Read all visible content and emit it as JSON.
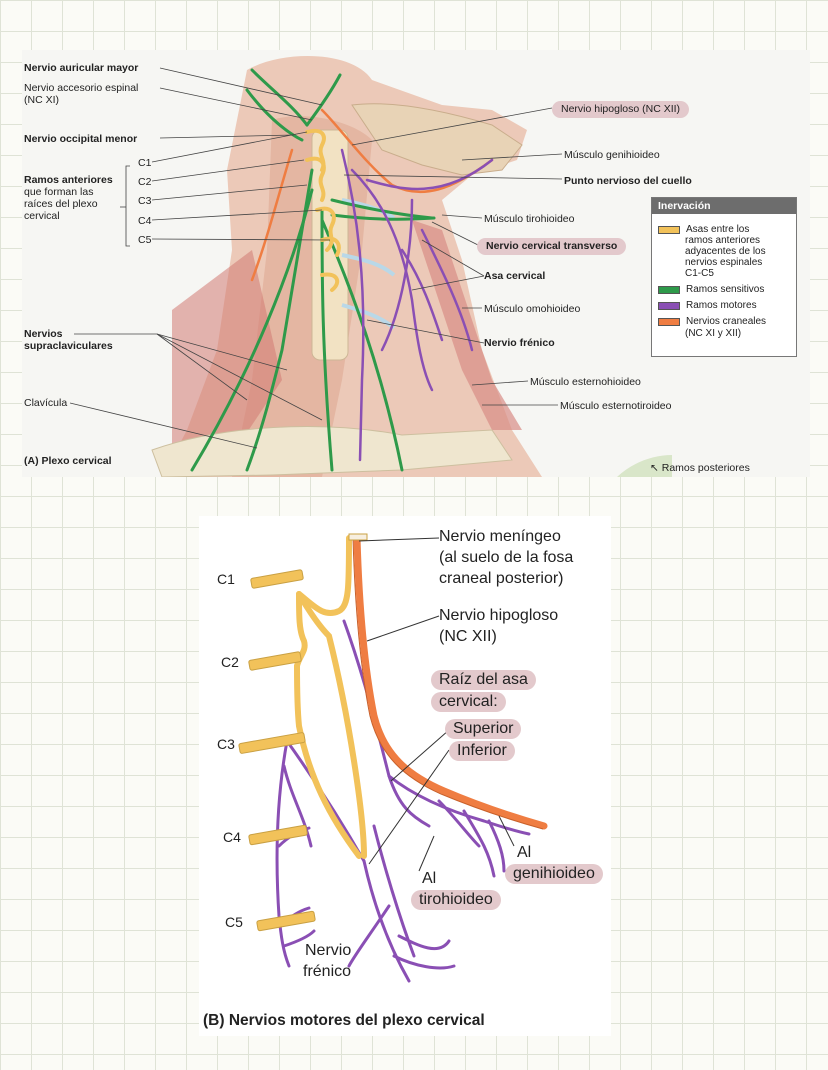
{
  "panel_a": {
    "caption": "(A) Plexo cervical",
    "labels_left": {
      "auricular": "Nervio auricular mayor",
      "accesorio_l1": "Nervio accesorio espinal",
      "accesorio_l2": "(NC XI)",
      "occipital": "Nervio occipital menor",
      "ramos_l1": "Ramos anteriores",
      "ramos_l2": "que forman las",
      "ramos_l3": "raíces del plexo",
      "ramos_l4": "cervical",
      "supra_l1": "Nervios",
      "supra_l2": "supraclaviculares",
      "clavicula": "Clavícula"
    },
    "c_levels": [
      "C1",
      "C2",
      "C3",
      "C4",
      "C5"
    ],
    "labels_right": {
      "hipogloso": "Nervio hipogloso (NC XII)",
      "genihioideo": "Músculo genihioideo",
      "punto": "Punto nervioso del cuello",
      "tirohioideo": "Músculo tirohioideo",
      "transverso": "Nervio cervical transverso",
      "asa": "Asa cervical",
      "omohioideo": "Músculo omohioideo",
      "frenico": "Nervio frénico",
      "esternohioideo": "Músculo esternohioideo",
      "esternotiroideo": "Músculo esternotiroideo",
      "posteriores": "Ramos posteriores"
    },
    "legend": {
      "title": "Inervación",
      "asas_l1": "Asas entre los",
      "asas_l2": "ramos anteriores",
      "asas_l3": "adyacentes de los",
      "asas_l4": "nervios espinales",
      "asas_l5": "C1-C5",
      "sensitivos": "Ramos sensitivos",
      "motores": "Ramos motores",
      "craneales_l1": "Nervios craneales",
      "craneales_l2": "(NC XI y XII)"
    }
  },
  "panel_b": {
    "caption": "(B) Nervios motores del plexo cervical",
    "c_levels": [
      "C1",
      "C2",
      "C3",
      "C4",
      "C5"
    ],
    "meningeo_l1": "Nervio meníngeo",
    "meningeo_l2": "(al suelo de la fosa",
    "meningeo_l3": "craneal posterior)",
    "hipogloso_l1": "Nervio hipogloso",
    "hipogloso_l2": "(NC XII)",
    "raiz_l1": "Raíz del asa",
    "raiz_l2": "cervical:",
    "superior": "Superior",
    "inferior": "Inferior",
    "al_geni_l1": "Al",
    "al_geni_l2": "genihioideo",
    "al_tiro_l1": "Al",
    "al_tiro_l2": "tirohioideo",
    "frenico_l1": "Nervio",
    "frenico_l2": "frénico"
  },
  "colors": {
    "asas": "#f2c25a",
    "sensitivos": "#2e9a4a",
    "motores": "#8a4fb4",
    "craneales": "#ef7d42"
  }
}
